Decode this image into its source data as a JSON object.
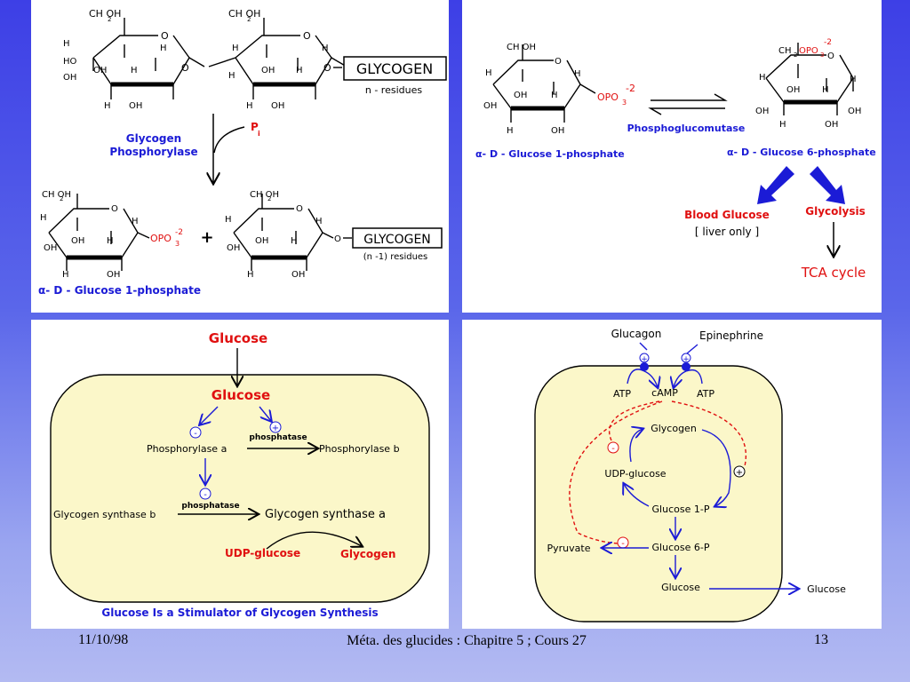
{
  "panel1": {
    "ch2oh_left": "CH OH",
    "ch2oh_right": "CH OH",
    "sub_2": "2",
    "glycogen_box": "GLYCOGEN",
    "n_residues": "n - residues",
    "enzyme_line1": "Glycogen",
    "enzyme_line2": "Phosphorylase",
    "pi_p": "P",
    "pi_i": "i",
    "opo3": "OPO",
    "opo3_sub": "3",
    "opo3_sup": "-2",
    "plus": "+",
    "glycogen_box2": "GLYCOGEN",
    "n1_residues": "(n -1) residues",
    "product_label": "α- D - Glucose 1-phosphate",
    "atom_O": "O",
    "atom_H": "H",
    "atom_OH": "OH",
    "atom_HO": "HO"
  },
  "panel2": {
    "ch2oh": "CH OH",
    "ch2opo3_prefix": "CH",
    "ch2opo3_sub2": "2",
    "ch2opo3_opo": "OPO",
    "ch2opo3_sub3": "3",
    "ch2opo3_sup": "-2",
    "opo3": "OPO",
    "opo3_sub": "3",
    "opo3_sup": "-2",
    "enzyme": "Phosphoglucomutase",
    "g1p_label": "α- D - Glucose 1-phosphate",
    "g6p_label": "α- D - Glucose 6-phosphate",
    "blood_glucose": "Blood Glucose",
    "liver_only": "[ liver only ]",
    "glycolysis": "Glycolysis",
    "tca": "TCA cycle"
  },
  "panel3": {
    "glucose_out": "Glucose",
    "glucose_in": "Glucose",
    "minus": "-",
    "plus": "+",
    "phosphatase_top": "phosphatase",
    "phosphorylase_a": "Phosphorylase a",
    "phosphorylase_b": "Phosphorylase b",
    "phosphatase_bottom": "phosphatase",
    "synthase_b": "Glycogen synthase b",
    "synthase_a": "Glycogen synthase a",
    "udp_glucose": "UDP-glucose",
    "glycogen": "Glycogen",
    "caption": "Glucose Is a Stimulator of Glycogen Synthesis"
  },
  "panel4": {
    "glucagon": "Glucagon",
    "epinephrine": "Epinephrine",
    "plus": "+",
    "minus": "-",
    "atp_left": "ATP",
    "camp": "cAMP",
    "atp_right": "ATP",
    "glycogen": "Glycogen",
    "udp_glucose": "UDP-glucose",
    "glucose_1p": "Glucose 1-P",
    "glucose_6p": "Glucose 6-P",
    "pyruvate": "Pyruvate",
    "glucose_in": "Glucose",
    "glucose_out": "Glucose"
  },
  "footer": {
    "date": "11/10/98",
    "title": "Méta. des glucides : Chapitre 5 ; Cours 27",
    "page": "13"
  },
  "colors": {
    "blue_label": "#1b1bd6",
    "red_label": "#e01010",
    "cell_fill": "#fbf7c9",
    "background_top": "#3d3fe6",
    "background_bottom": "#b3baf2"
  }
}
